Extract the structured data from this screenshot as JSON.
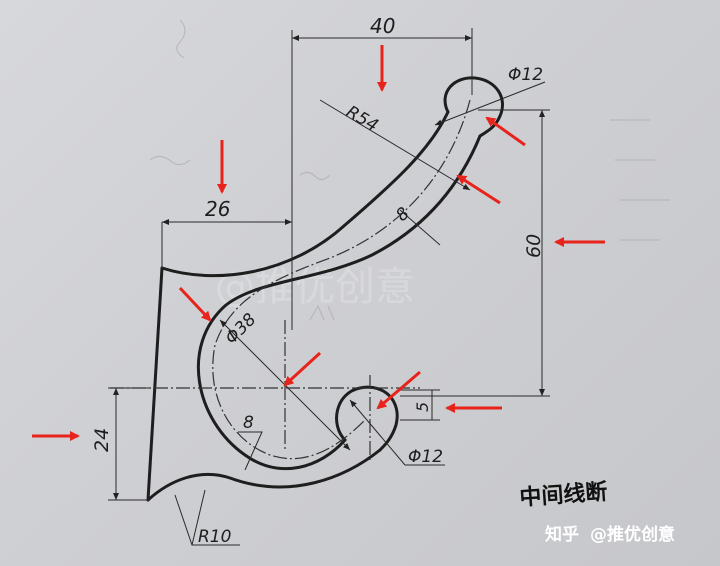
{
  "dimensions": {
    "top_width": "40",
    "dia_top_hole": "Φ12",
    "radius_outer_arc": "R54",
    "thickness_upper": "8",
    "height_right": "60",
    "left_width": "26",
    "dia_center": "Φ38",
    "thickness_lower": "8",
    "left_height": "24",
    "offset_small": "5",
    "dia_bottom_hole": "Φ12",
    "radius_bottom": "R10"
  },
  "handwritten_note": "中间线断",
  "watermark": "@推优创意",
  "brand": {
    "site": "知乎",
    "account": "@推优创意"
  },
  "colors": {
    "paper": "#d2d3d7",
    "ink": "#1e1e1e",
    "arrow": "#e8231b"
  }
}
